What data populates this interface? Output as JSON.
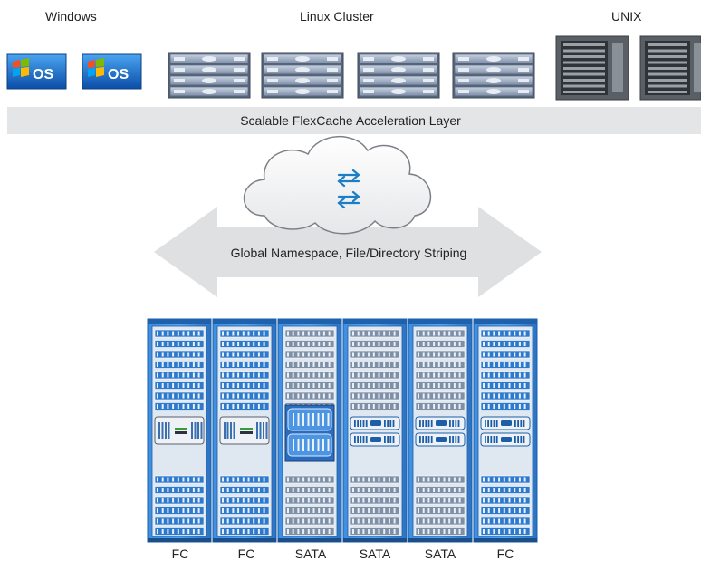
{
  "groups": {
    "windows": "Windows",
    "linux": "Linux Cluster",
    "unix": "UNIX"
  },
  "os_badge": "OS",
  "layer": "Scalable FlexCache Acceleration Layer",
  "namespace": "Global Namespace, File/Directory Striping",
  "racks": [
    "FC",
    "FC",
    "SATA",
    "SATA",
    "SATA",
    "FC"
  ],
  "icons": {
    "windows_client": "windows-logo-icon",
    "linux_node": "rack-server-icon",
    "unix_server": "tower-server-icon",
    "cloud": "cloud-icon",
    "transfer": "transfer-arrows-icon",
    "storage_rack": "storage-rack-icon"
  },
  "colors": {
    "rack_blue": "#2f7fd0",
    "band_gray": "#e4e5e6",
    "arrow_gray": "#dfe0e1",
    "transfer_blue": "#1a7fc7"
  }
}
